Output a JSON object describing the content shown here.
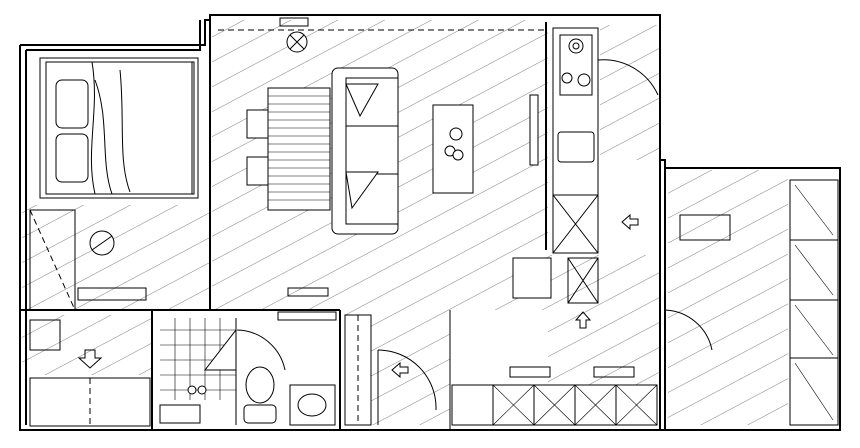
{
  "colors": {
    "line": "#000000",
    "background": "#ffffff"
  },
  "plan": {
    "rooms": [
      "bedroom",
      "living-dining",
      "kitchen",
      "second-room",
      "bathroom",
      "entry",
      "storage"
    ],
    "icons": [
      "bed-icon",
      "pillow-icon",
      "dining-table-icon",
      "chair-icon",
      "sofa-icon",
      "coffee-table-icon",
      "plant-icon",
      "tv-icon",
      "stove-icon",
      "sink-icon",
      "toilet-icon",
      "washbasin-icon",
      "door-swing-icon",
      "arrow-icon",
      "lamp-icon"
    ]
  }
}
